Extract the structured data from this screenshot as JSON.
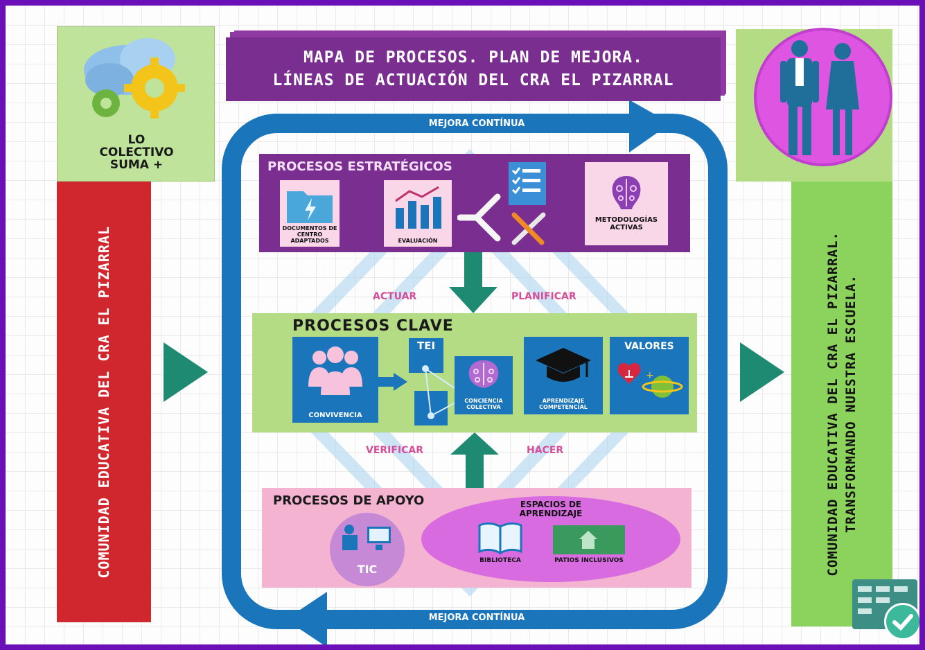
{
  "title": {
    "line1": "MAPA DE PROCESOS. PLAN DE MEJORA.",
    "line2": "LÍNEAS DE ACTUACIÓN DEL CRA EL PIZARRAL"
  },
  "logo_text": {
    "line1": "LO",
    "line2": "COLECTIVO",
    "line3": "SUMA +"
  },
  "left_banner": "COMUNIDAD EDUCATIVA DEL CRA EL PIZARRAL",
  "right_banner": {
    "line1": "COMUNIDAD EDUCATIVA DEL CRA EL PIZARRAL.",
    "line2": "TRANSFORMANDO NUESTRA ESCUELA."
  },
  "cycle": {
    "top_label": "MEJORA CONTÍNUA",
    "bottom_label": "MEJORA CONTÍNUA",
    "actuar": "ACTUAR",
    "planificar": "PLANIFICAR",
    "verificar": "VERIFICAR",
    "hacer": "HACER"
  },
  "estrategicos": {
    "title": "PROCESOS ESTRATÉGICOS",
    "documentos": "DOCUMENTOS DE CENTRO ADAPTADOS",
    "evaluacion": "EVALUACIÓN",
    "metodologias": "METODOLOGÍAS ACTIVAS"
  },
  "clave": {
    "title": "PROCESOS CLAVE",
    "convivencia": "CONVIVENCIA",
    "tei": "TEI",
    "conciencia": "CONCIENCIA COLECTIVA",
    "aprendizaje": "APRENDIZAJE COMPETENCIAL",
    "valores": "VALORES"
  },
  "apoyo": {
    "title": "PROCESOS DE APOYO",
    "tic": "TIC",
    "espacios": "ESPACIOS DE APRENDIZAJE",
    "biblioteca": "BIBLIOTECA",
    "patios": "PATIOS INCLUSIVOS"
  },
  "colors": {
    "border": "#6b10b8",
    "purple": "#7a2e8f",
    "blue_loop": "#1a75bb",
    "green_arrow": "#1e8a72",
    "red_banner": "#d0262e",
    "green_panel": "#b4dc84",
    "pink_panel": "#f4b3d0",
    "magenta": "#d86be0"
  }
}
